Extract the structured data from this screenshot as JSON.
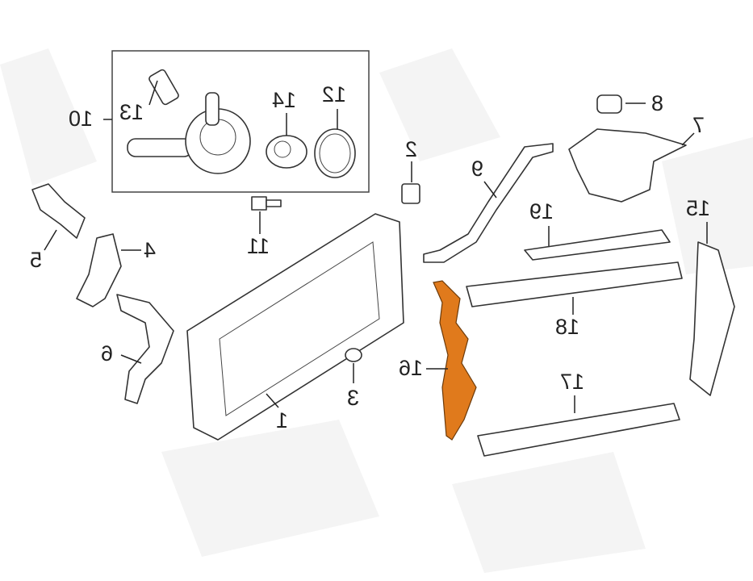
{
  "diagram": {
    "highlight_color": "#e07a1c",
    "highlighted_part": "16",
    "labels": {
      "p1": "1",
      "p2": "2",
      "p3": "3",
      "p4": "4",
      "p5": "5",
      "p6": "6",
      "p7": "7",
      "p8": "8",
      "p9": "9",
      "p10": "10",
      "p11": "11",
      "p12": "12",
      "p13": "13",
      "p14": "14",
      "p15": "15",
      "p16": "16",
      "p17": "17",
      "p18": "18",
      "p19": "19"
    }
  }
}
